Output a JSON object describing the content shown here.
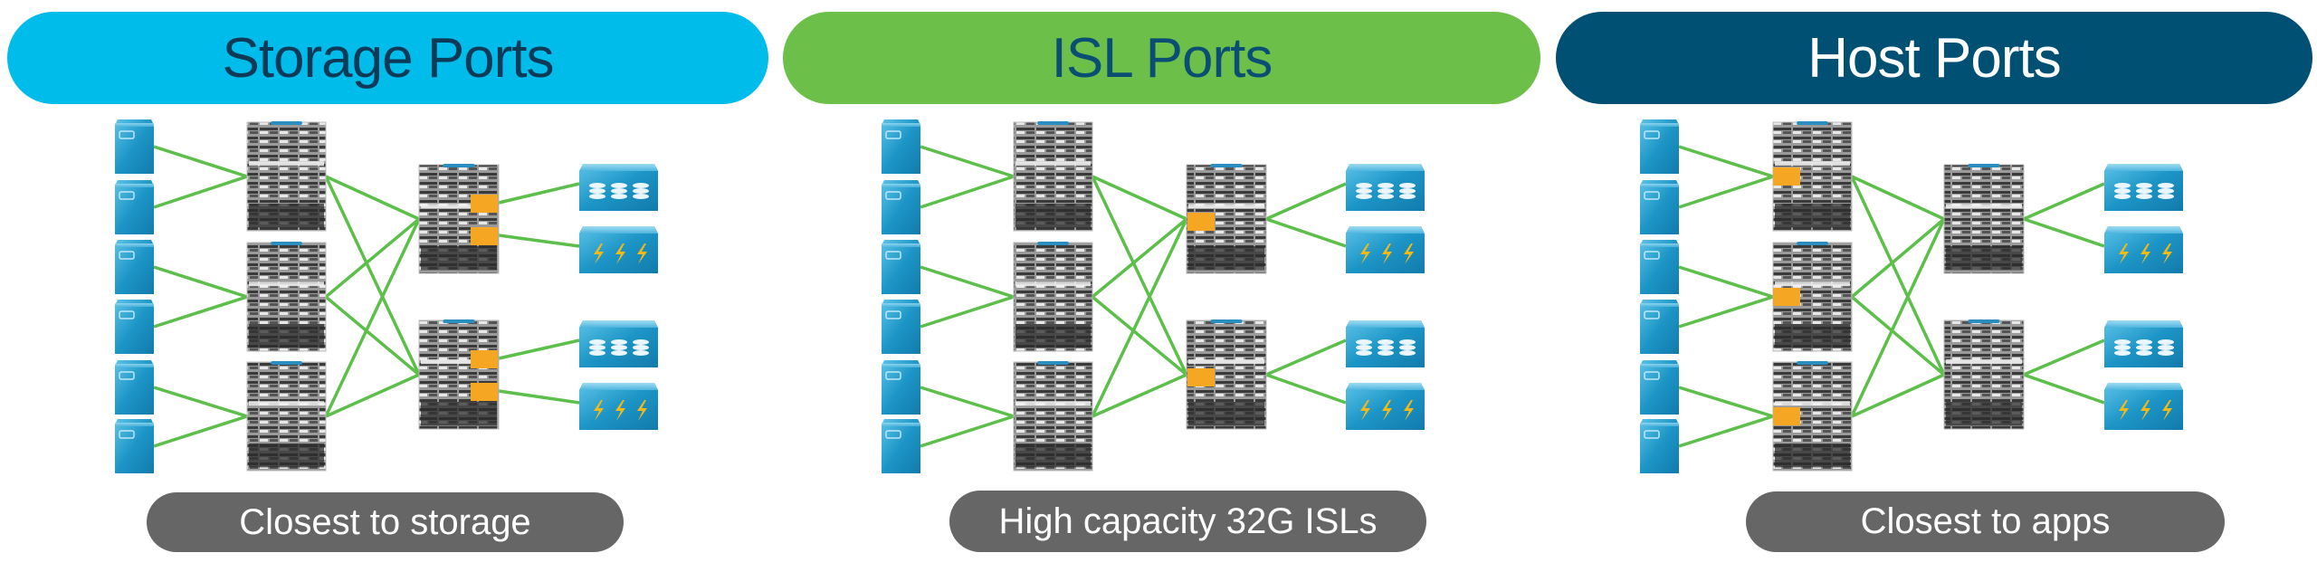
{
  "sections": [
    {
      "id": "storage",
      "title": "Storage Ports",
      "caption": "Closest to storage",
      "pill_color": "#00bceb",
      "title_color": "#0d3b57",
      "highlight": "core-storage-side"
    },
    {
      "id": "isl",
      "title": "ISL Ports",
      "caption": "High capacity 32G ISLs",
      "pill_color": "#6cc04a",
      "title_color": "#0a4f73",
      "highlight": "core-isl-side"
    },
    {
      "id": "host",
      "title": "Host Ports",
      "caption": "Closest to apps",
      "pill_color": "#005073",
      "title_color": "#ffffff",
      "highlight": "edge-host-side"
    }
  ],
  "topology": {
    "servers_per_section": 6,
    "edge_switches": 3,
    "core_switches": 2,
    "arrays_per_core": [
      "disk-array",
      "flash-array"
    ]
  },
  "colors": {
    "link": "#5cbf4a",
    "port_highlight": "#f5a623",
    "device_blue": "#1c95c6",
    "caption_bg": "#666666"
  },
  "icons": {
    "server": "server-icon",
    "switch": "director-switch-icon",
    "disk_array": "disk-array-icon",
    "flash_array": "flash-array-icon"
  }
}
